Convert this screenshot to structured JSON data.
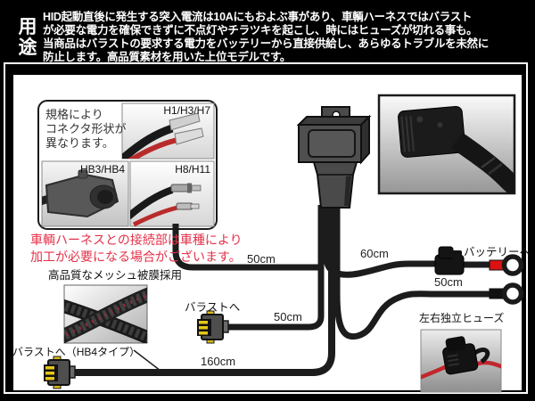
{
  "header": {
    "label_chars": [
      "用",
      "途"
    ],
    "lines": [
      "HID起動直後に発生する突入電流は10Aにもおよぶ事があり、車輌ハーネスではバラスト",
      "が必要な電力を確保できずに不点灯やチラツキを起こし、時にはヒューズが切れる事も。",
      "当商品はバラストの要求する電力をバッテリーから直接供給し、あらゆるトラブルを未然に",
      "防止します。高品質素材を用いた上位モデルです。"
    ]
  },
  "connector_box": {
    "note_lines": [
      "規格により",
      "コネクタ形状が",
      "異なります。"
    ],
    "labels": {
      "p1": "H1/H3/H7",
      "p2": "HB3/HB4",
      "p3": "H8/H11"
    }
  },
  "warning": {
    "lines": [
      "車輌ハーネスとの接続部は車種により",
      "加工が必要になる場合がございます。"
    ]
  },
  "mesh": {
    "label": "高品質なメッシュ被膜採用"
  },
  "diagram": {
    "wire_a_length": "50cm",
    "wire_b_length": "60cm",
    "battery_label": "バッテリーへ",
    "wire_c_length": "50cm",
    "ballast_label": "バラストへ",
    "wire_d_length": "50cm",
    "fuse_label": "左右独立ヒューズ",
    "ballast_hb4_label": "バラストへ（HB4タイプ）",
    "wire_e_length": "160cm"
  },
  "colors": {
    "background": "#000000",
    "content_bg": "#ffffff",
    "header_text": "#ffffff",
    "warning_red": "#e43048",
    "wire_black": "#1c1c1c",
    "relay_gray": "#4f4f4f",
    "pin_yellow": "#e6c619",
    "band_red": "#dd1111",
    "terminal_red_wire": "#c1272d"
  }
}
